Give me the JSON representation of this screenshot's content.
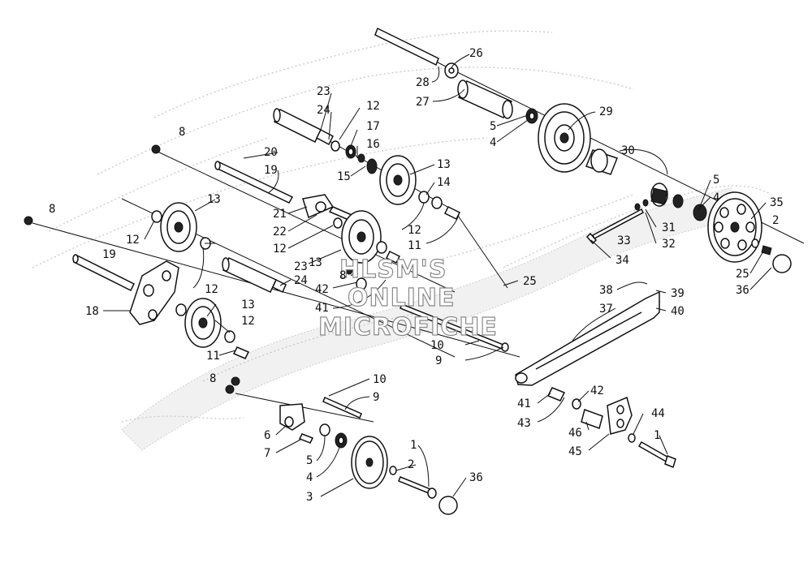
{
  "diagram": {
    "watermark": [
      "HLSM'S",
      "ONLINE",
      "MICROFICHE"
    ],
    "callouts": [
      {
        "id": "c26",
        "text": "26"
      },
      {
        "id": "c28",
        "text": "28"
      },
      {
        "id": "c27",
        "text": "27"
      },
      {
        "id": "c23a",
        "text": "23"
      },
      {
        "id": "c24a",
        "text": "24"
      },
      {
        "id": "c12a",
        "text": "12"
      },
      {
        "id": "c17",
        "text": "17"
      },
      {
        "id": "c16",
        "text": "16"
      },
      {
        "id": "c15",
        "text": "15"
      },
      {
        "id": "c29",
        "text": "29"
      },
      {
        "id": "c5a",
        "text": "5"
      },
      {
        "id": "c4a",
        "text": "4"
      },
      {
        "id": "c30",
        "text": "30"
      },
      {
        "id": "c8a",
        "text": "8"
      },
      {
        "id": "c20",
        "text": "20"
      },
      {
        "id": "c19a",
        "text": "19"
      },
      {
        "id": "c13a",
        "text": "13"
      },
      {
        "id": "c14",
        "text": "14"
      },
      {
        "id": "c5b",
        "text": "5"
      },
      {
        "id": "c4b",
        "text": "4"
      },
      {
        "id": "c35",
        "text": "35"
      },
      {
        "id": "c8b",
        "text": "8"
      },
      {
        "id": "c13b",
        "text": "13"
      },
      {
        "id": "c21",
        "text": "21"
      },
      {
        "id": "c22",
        "text": "22"
      },
      {
        "id": "c12b",
        "text": "12"
      },
      {
        "id": "c2a",
        "text": "2"
      },
      {
        "id": "c31",
        "text": "31"
      },
      {
        "id": "c12c",
        "text": "12"
      },
      {
        "id": "c33",
        "text": "33"
      },
      {
        "id": "c32",
        "text": "32"
      },
      {
        "id": "c19b",
        "text": "19"
      },
      {
        "id": "c12d",
        "text": "12"
      },
      {
        "id": "c11a",
        "text": "11"
      },
      {
        "id": "c25a",
        "text": "25"
      },
      {
        "id": "c13c",
        "text": "13"
      },
      {
        "id": "c8c",
        "text": "8"
      },
      {
        "id": "c34",
        "text": "34"
      },
      {
        "id": "c36a",
        "text": "36"
      },
      {
        "id": "c23b",
        "text": "23"
      },
      {
        "id": "c24b",
        "text": "24"
      },
      {
        "id": "c25b",
        "text": "25"
      },
      {
        "id": "c42a",
        "text": "42"
      },
      {
        "id": "c38",
        "text": "38"
      },
      {
        "id": "c39",
        "text": "39"
      },
      {
        "id": "c12e",
        "text": "12"
      },
      {
        "id": "c18",
        "text": "18"
      },
      {
        "id": "c41a",
        "text": "41"
      },
      {
        "id": "c37",
        "text": "37"
      },
      {
        "id": "c40",
        "text": "40"
      },
      {
        "id": "c13d",
        "text": "13"
      },
      {
        "id": "c12f",
        "text": "12"
      },
      {
        "id": "c10a",
        "text": "10"
      },
      {
        "id": "c11b",
        "text": "11"
      },
      {
        "id": "c9a",
        "text": "9"
      },
      {
        "id": "c8d",
        "text": "8"
      },
      {
        "id": "c10b",
        "text": "10"
      },
      {
        "id": "c42b",
        "text": "42"
      },
      {
        "id": "c41b",
        "text": "41"
      },
      {
        "id": "c9b",
        "text": "9"
      },
      {
        "id": "c43",
        "text": "43"
      },
      {
        "id": "c44",
        "text": "44"
      },
      {
        "id": "c6",
        "text": "6"
      },
      {
        "id": "c46",
        "text": "46"
      },
      {
        "id": "c1a",
        "text": "1"
      },
      {
        "id": "c7",
        "text": "7"
      },
      {
        "id": "c45",
        "text": "45"
      },
      {
        "id": "c5c",
        "text": "5"
      },
      {
        "id": "c1b",
        "text": "1"
      },
      {
        "id": "c4c",
        "text": "4"
      },
      {
        "id": "c2b",
        "text": "2"
      },
      {
        "id": "c36b",
        "text": "36"
      },
      {
        "id": "c3",
        "text": "3"
      }
    ]
  }
}
